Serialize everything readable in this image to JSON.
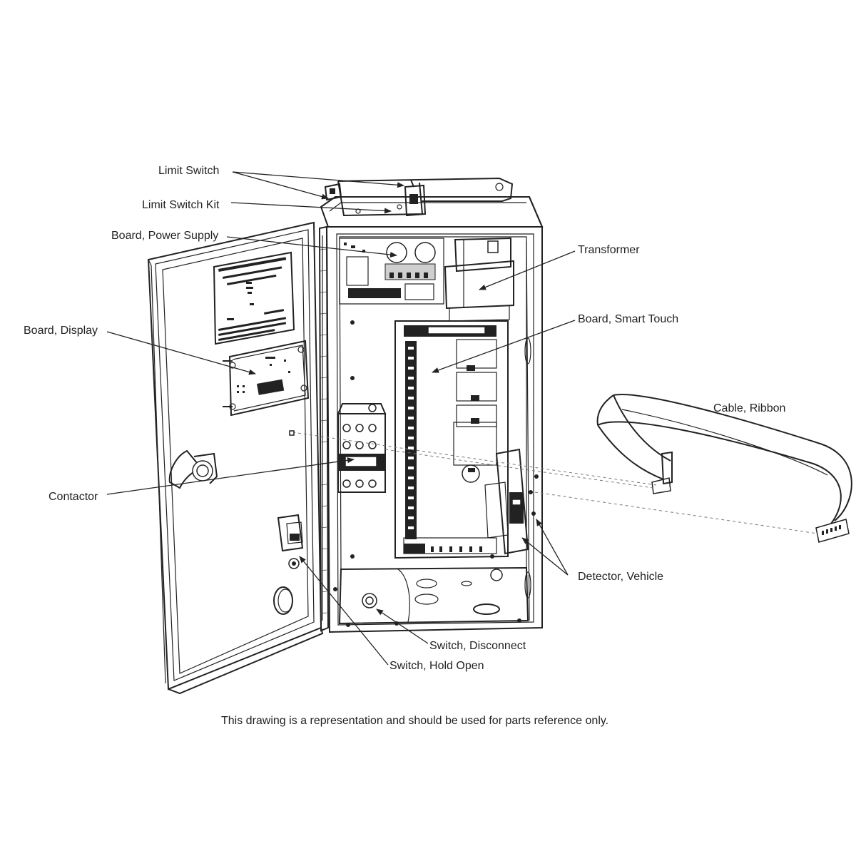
{
  "diagram": {
    "labels": {
      "limit_switch": "Limit Switch",
      "limit_switch_kit": "Limit Switch Kit",
      "board_power_supply": "Board, Power Supply",
      "board_display": "Board, Display",
      "contactor": "Contactor",
      "transformer": "Transformer",
      "board_smart_touch": "Board, Smart Touch",
      "cable_ribbon": "Cable, Ribbon",
      "detector_vehicle": "Detector, Vehicle",
      "switch_disconnect": "Switch, Disconnect",
      "switch_hold_open": "Switch, Hold Open"
    },
    "footnote": "This drawing is a representation and should be used for parts reference only."
  }
}
